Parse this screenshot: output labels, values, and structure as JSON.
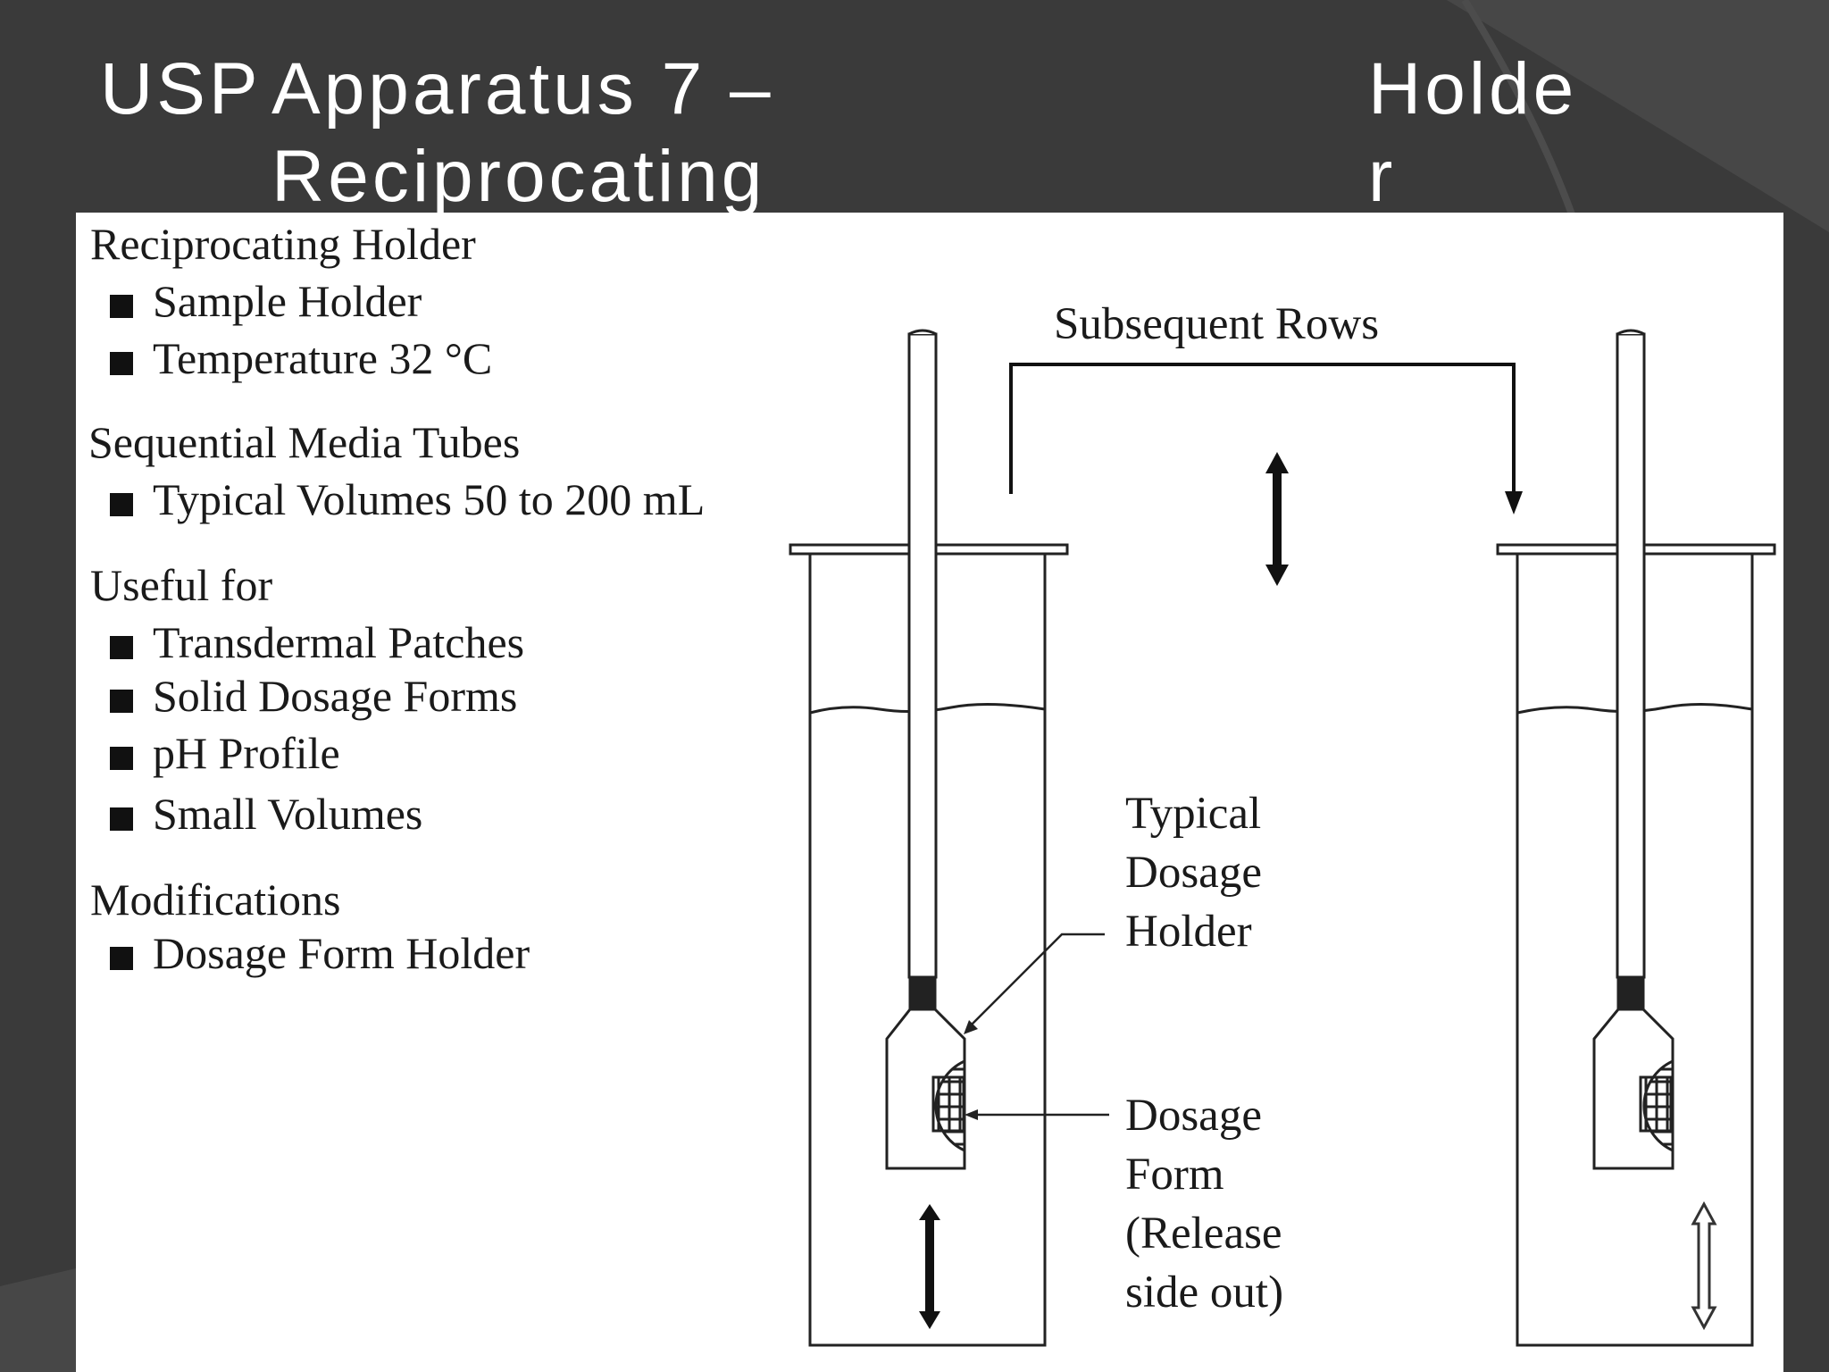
{
  "title": {
    "part1": "USP",
    "part2": "Apparatus 7 –",
    "part3": "Reciprocating",
    "part4": "Holde",
    "part5": "r"
  },
  "list": {
    "section1": {
      "heading": "Reciprocating Holder",
      "items": [
        "Sample Holder",
        "Temperature 32 °C"
      ]
    },
    "section2": {
      "heading": "Sequential Media Tubes",
      "items": [
        "Typical Volumes 50 to 200 mL"
      ]
    },
    "section3": {
      "heading": "Useful for",
      "items": [
        "Transdermal Patches",
        "Solid Dosage Forms",
        "pH Profile",
        "Small Volumes"
      ]
    },
    "section4": {
      "heading": "Modifications",
      "items": [
        "Dosage Form Holder"
      ]
    }
  },
  "diagram": {
    "subsequent_rows": "Subsequent Rows",
    "holder_label": [
      "Typical",
      "Dosage",
      "Holder"
    ],
    "dosage_label": [
      "Dosage",
      "Form",
      "(Release",
      "side out)"
    ]
  },
  "colors": {
    "background": "#3a3a3a",
    "panel": "#ffffff",
    "title_text": "#ffffff",
    "ink": "#1a1a1a"
  }
}
